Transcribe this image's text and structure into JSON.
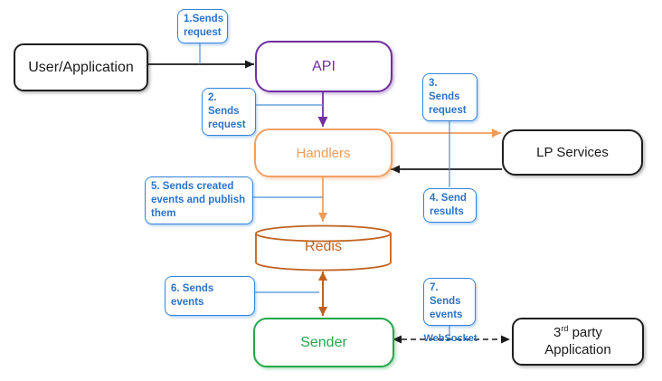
{
  "diagram": {
    "nodes": {
      "user_app": {
        "label": "User/Application"
      },
      "api": {
        "label": "API",
        "color": "#7030A0"
      },
      "handlers": {
        "label": "Handlers",
        "color": "#ED9C5B"
      },
      "lp_services": {
        "label": "LP Services",
        "color": "#1a1a1a"
      },
      "redis": {
        "label": "Redis",
        "color": "#C0621F"
      },
      "sender": {
        "label": "Sender",
        "color": "#22A84C"
      },
      "third_party": {
        "line1_num": "3",
        "line1_sup": "rd",
        "line1_rest": " party",
        "line2": "Application"
      }
    },
    "callouts": {
      "c1": {
        "label": "1.Sends request"
      },
      "c2": {
        "label": "2. Sends request"
      },
      "c3": {
        "label": "3. Sends request"
      },
      "c4": {
        "label": "4. Send results"
      },
      "c5": {
        "label": "5. Sends created events and publish them"
      },
      "c6": {
        "label": "6. Sends events"
      },
      "c7": {
        "label": "7. Sends events"
      }
    },
    "edge_labels": {
      "websocket": "WebSocket"
    },
    "colors": {
      "callout_blue": "#3384DB",
      "leader_blue": "#4A90D9",
      "purple": "#7030A0",
      "light_orange": "#F0A168",
      "dark_orange": "#C0621F",
      "green": "#22A84C",
      "black": "#1f1f1f"
    }
  }
}
